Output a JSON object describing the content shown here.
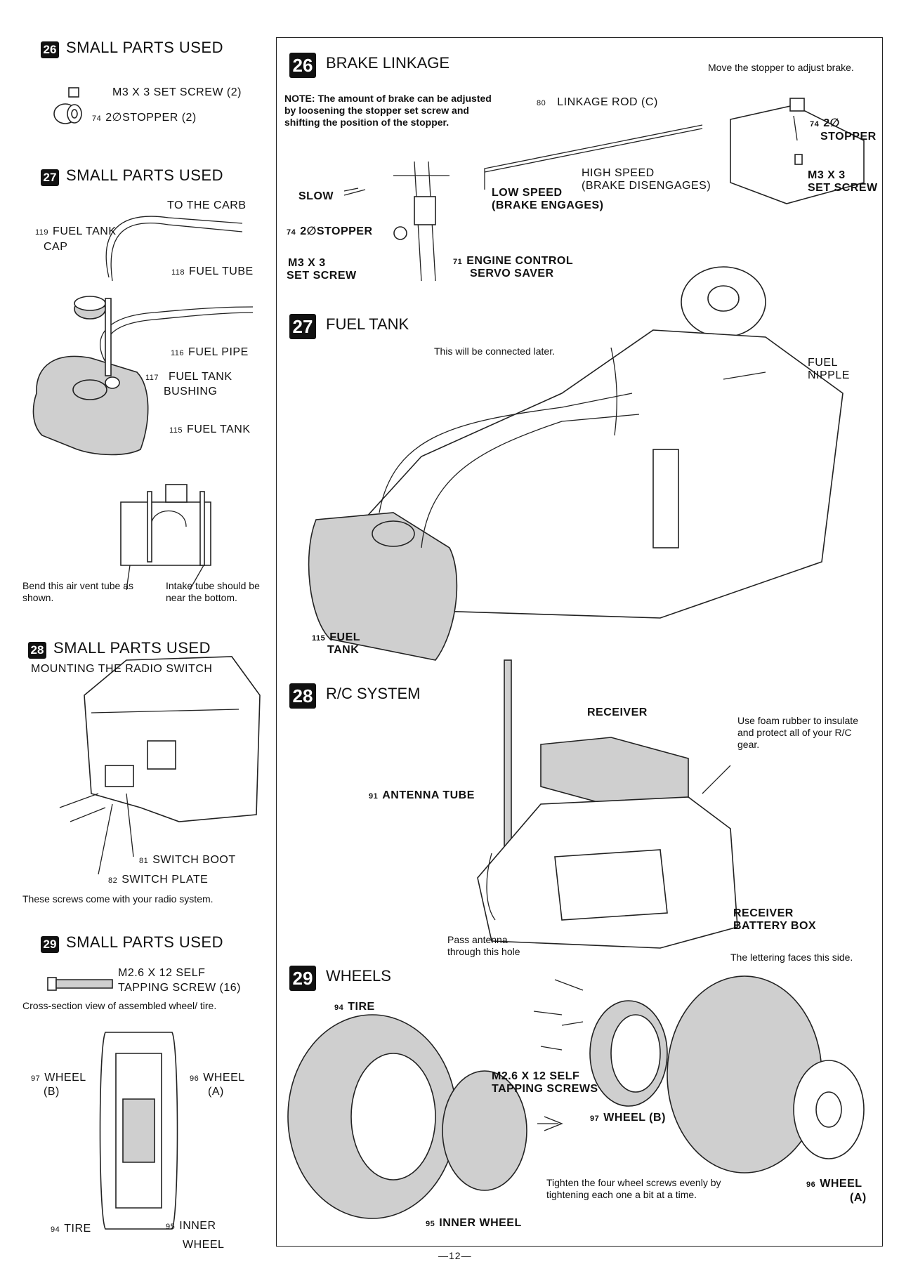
{
  "left": {
    "s26": {
      "badge": "26",
      "title": "SMALL PARTS USED",
      "parts": [
        {
          "num": "",
          "text": "M3 X 3 SET SCREW (2)"
        },
        {
          "num": "74",
          "text": "2∅STOPPER (2)"
        }
      ]
    },
    "s27": {
      "badge": "27",
      "title": "SMALL PARTS USED",
      "to_carb": "TO THE CARB",
      "cap_num": "119",
      "cap": "FUEL TANK",
      "cap2": "CAP",
      "tube_num": "118",
      "tube": "FUEL TUBE",
      "pipe_num": "116",
      "pipe": "FUEL PIPE",
      "bushing_num": "117",
      "bushing": "FUEL TANK",
      "bushing2": "BUSHING",
      "tank_num": "115",
      "tank": "FUEL TANK",
      "note_bend": "Bend this air vent tube as shown.",
      "note_intake": "Intake tube should be near the bottom."
    },
    "s28": {
      "badge": "28",
      "title": "SMALL PARTS USED",
      "subtitle": "MOUNTING THE RADIO SWITCH",
      "boot_num": "81",
      "boot": "SWITCH BOOT",
      "plate_num": "82",
      "plate": "SWITCH PLATE",
      "note": "These screws come with your radio system."
    },
    "s29": {
      "badge": "29",
      "title": "SMALL PARTS USED",
      "screw": "M2.6 X 12 SELF",
      "screw2": "TAPPING SCREW (16)",
      "cross": "Cross-section view of assembled wheel/ tire.",
      "wheel_b_num": "97",
      "wheel_b": "WHEEL",
      "wheel_b2": "(B)",
      "wheel_a_num": "96",
      "wheel_a": "WHEEL",
      "wheel_a2": "(A)",
      "tire_num": "94",
      "tire": "TIRE",
      "inner_num": "95",
      "inner": "INNER",
      "inner2": "WHEEL"
    }
  },
  "right": {
    "s26": {
      "badge": "26",
      "title": "BRAKE LINKAGE",
      "note": "NOTE: The amount of brake can be adjusted by loosening the stopper set screw and shifting the position of the stopper.",
      "move": "Move the stopper to adjust brake.",
      "rod_num": "80",
      "rod": "LINKAGE ROD (C)",
      "stop_num": "74",
      "stop": "2∅",
      "stop2": "STOPPER",
      "high": "HIGH SPEED",
      "high2": "(BRAKE DISENGAGES)",
      "m3": "M3 X 3",
      "m3b": "SET SCREW",
      "slow": "SLOW",
      "low": "LOW SPEED",
      "low2": "(BRAKE ENGAGES)",
      "stopper_num": "74",
      "stopper": "2∅STOPPER",
      "m3l": "M3 X 3",
      "m3lb": "SET SCREW",
      "servo_num": "71",
      "servo": "ENGINE CONTROL",
      "servo2": "SERVO SAVER"
    },
    "s27": {
      "badge": "27",
      "title": "FUEL TANK",
      "connect": "This will be connected later.",
      "nipple": "FUEL",
      "nipple2": "NIPPLE",
      "tank_num": "115",
      "tank": "FUEL",
      "tank2": "TANK"
    },
    "s28": {
      "badge": "28",
      "title": "R/C SYSTEM",
      "receiver": "RECEIVER",
      "foam": "Use foam rubber to insulate and protect all of your R/C gear.",
      "antenna_num": "91",
      "antenna": "ANTENNA TUBE",
      "battery": "RECEIVER",
      "battery2": "BATTERY BOX",
      "pass": "Pass antenna through this hole"
    },
    "s29": {
      "badge": "29",
      "title": "WHEELS",
      "tire_num": "94",
      "tire": "TIRE",
      "lettering": "The lettering faces this side.",
      "screws": "M2.6 X 12 SELF",
      "screws2": "TAPPING SCREWS",
      "wheel_b_num": "97",
      "wheel_b": "WHEEL (B)",
      "wheel_a_num": "96",
      "wheel_a": "WHEEL",
      "wheel_a2": "(A)",
      "inner_num": "95",
      "inner": "INNER WHEEL",
      "tighten": "Tighten the four wheel screws evenly by tightening each one a bit at a time."
    }
  },
  "page_number": "—12—"
}
